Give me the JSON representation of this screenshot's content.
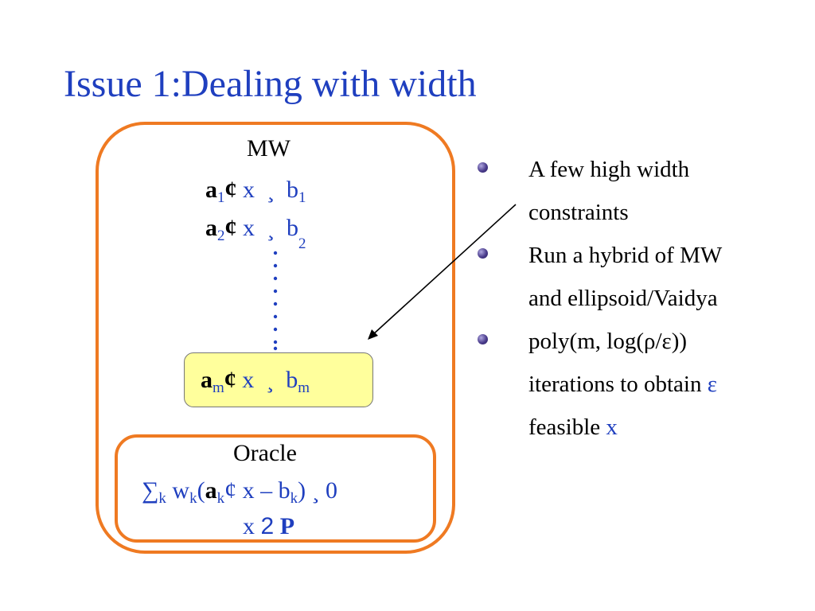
{
  "title": "Issue 1:Dealing with width",
  "mw": {
    "label": "MW",
    "c1": {
      "a": "a",
      "a_sub": "1",
      "op": "¢",
      "x": "x",
      "rel": "¸",
      "b": "b",
      "b_sub": "1"
    },
    "c2": {
      "a": "a",
      "a_sub": "2",
      "op": "¢",
      "x": "x",
      "rel": "¸",
      "b": "b",
      "b_sub": "2"
    },
    "cm": {
      "a": "a",
      "a_sub": "m",
      "op": "¢",
      "x": "x",
      "rel": "¸",
      "b": "b",
      "b_sub": "m"
    }
  },
  "oracle": {
    "label": "Oracle",
    "line1": {
      "sum": "∑",
      "k1": "k",
      "w": " w",
      "k2": "k",
      "open": "(",
      "a": "a",
      "k3": "k",
      "rest": "¢ x – b",
      "k4": "k",
      "tail": ") ¸ 0"
    },
    "line2": {
      "x": "x ",
      "in": "2",
      "p": " P"
    }
  },
  "bullets": [
    {
      "lines": [
        "A few high width",
        "constraints"
      ]
    },
    {
      "lines": [
        "Run a hybrid of MW",
        "and ellipsoid/Vaidya"
      ]
    },
    {
      "line1": "poly(m, log(ρ/ε))",
      "line2_text": "iterations to obtain ",
      "line2_eps": "ε",
      "line3_text": "feasible ",
      "line3_x": "x"
    }
  ],
  "colors": {
    "accent": "#ef7a22",
    "text_blue": "#1f3fbf",
    "highlight": "#ffff9c"
  }
}
